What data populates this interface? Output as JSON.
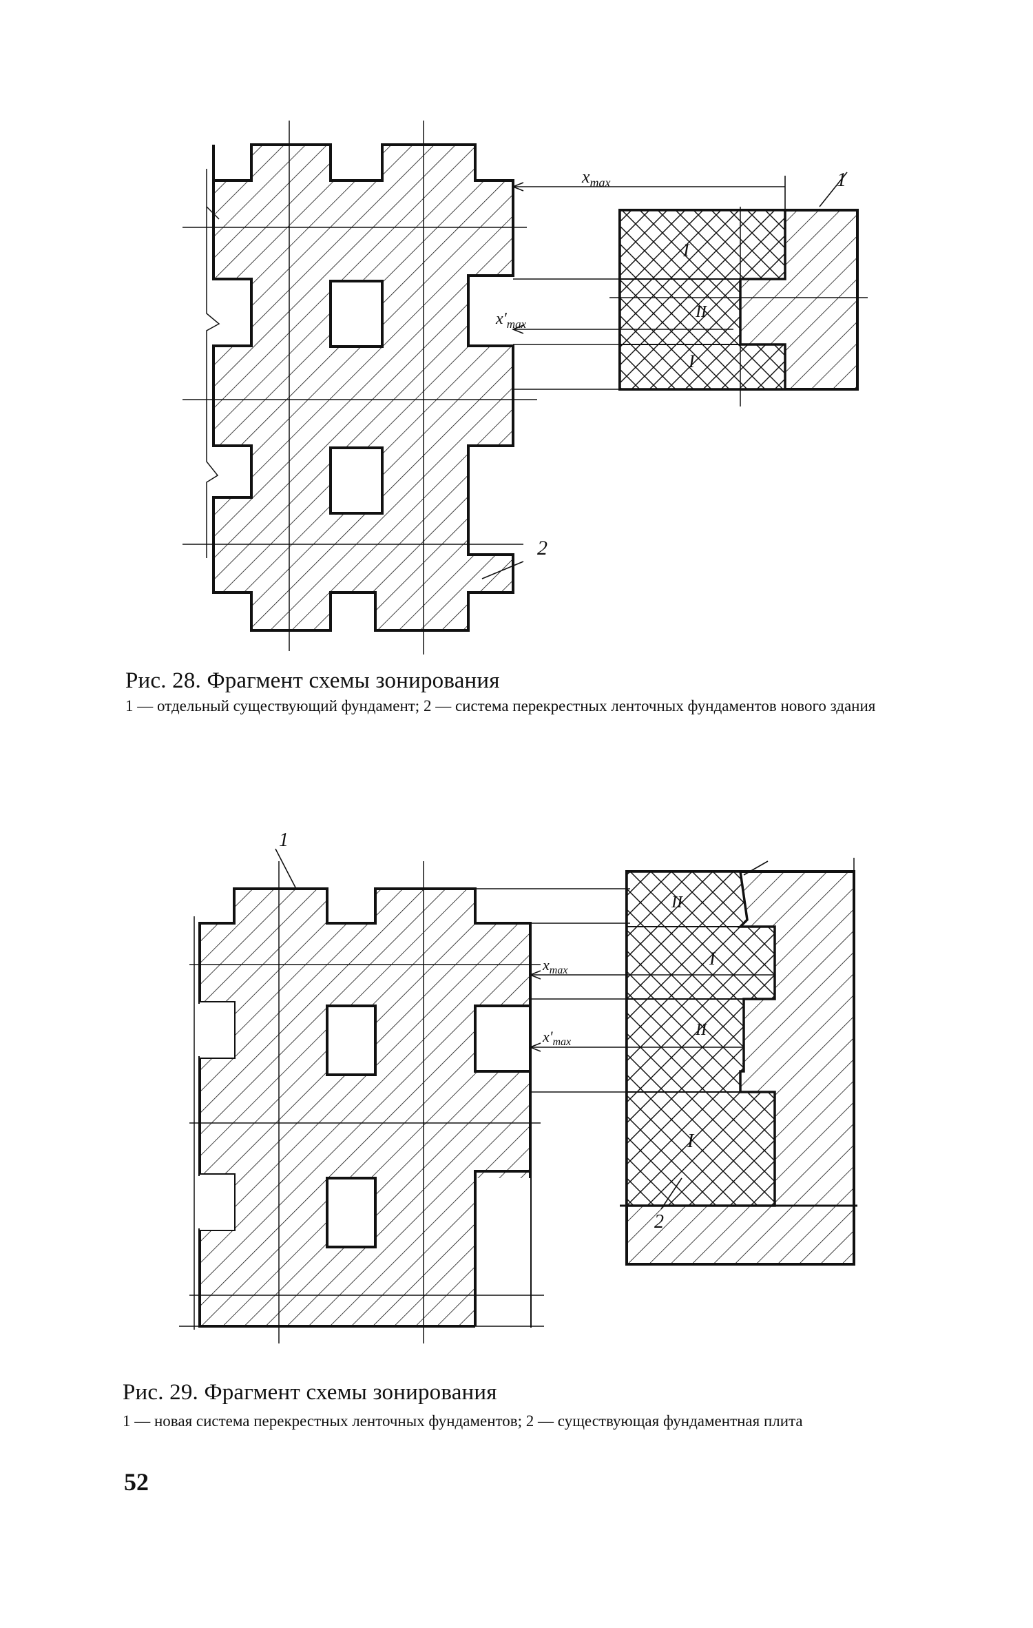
{
  "figure28": {
    "caption_title": "Рис. 28. Фрагмент схемы зонирования",
    "caption_text": "1 — отдельный существующий фундамент; 2 — система перекрестных ленточных фундаментов нового здания",
    "labels": {
      "xmax": "x_max",
      "xmax_prime": "x'_max",
      "callout1": "1",
      "callout2": "2",
      "zone_I_top": "I",
      "zone_II": "II",
      "zone_I_bottom": "I"
    }
  },
  "figure29": {
    "caption_title": "Рис. 29. Фрагмент схемы зонирования",
    "caption_text": "1 — новая система перекрестных ленточных фундаментов; 2 — существующая фундаментная плита",
    "labels": {
      "xmax": "x_max",
      "xmax_prime": "x'_max",
      "callout1": "1",
      "callout2": "2",
      "zone_II_top": "II",
      "zone_I_top": "I",
      "zone_II_mid": "II",
      "zone_I_bottom": "I"
    }
  },
  "page_number": "52",
  "colors": {
    "ink": "#111111",
    "paper": "#ffffff"
  }
}
